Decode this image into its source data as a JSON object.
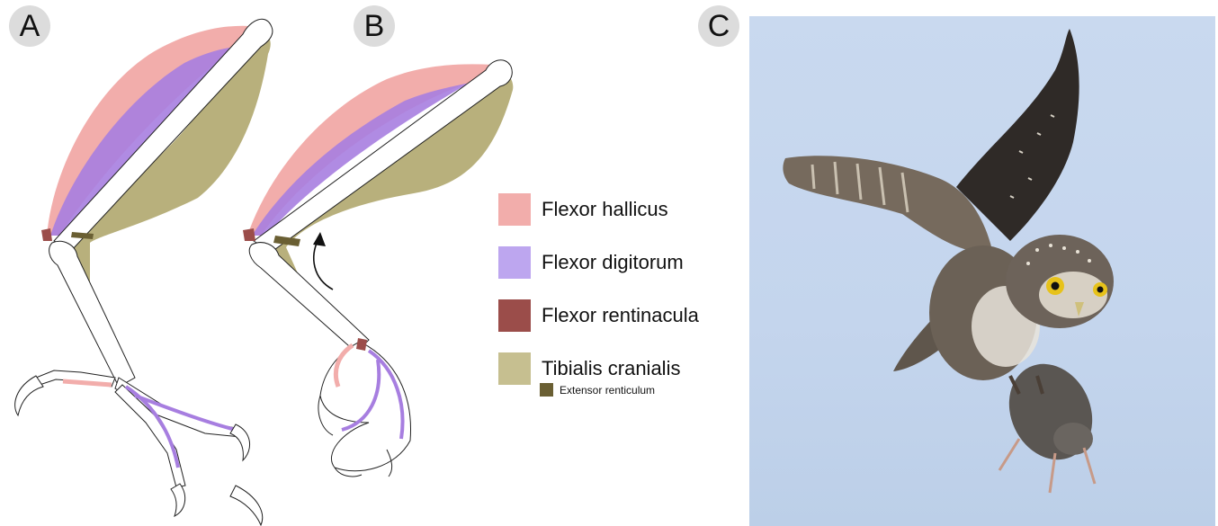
{
  "panels": {
    "a": "A",
    "b": "B",
    "c": "C"
  },
  "legend": {
    "items": [
      {
        "label": "Flexor hallicus",
        "color": "#f2adab"
      },
      {
        "label": "Flexor digitorum",
        "color": "#bda6ef"
      },
      {
        "label": "Flexor rentinacula",
        "color": "#9b4d4a"
      },
      {
        "label": "Tibialis cranialis",
        "color": "#c6bf90"
      }
    ],
    "sub_item": {
      "label": "Extensor renticulum",
      "color": "#6a5f33"
    }
  },
  "colors": {
    "flexor_hallicus_fill": "#f2adab",
    "flexor_digitorum_fill": "#a77ee0",
    "tibialis_fill": "#b8b07c",
    "sky": "#c6d7ee",
    "owl_body": "#6b6156",
    "owl_eye": "#e7c21a"
  },
  "icons": {
    "rotation_arrow": "curved-arrow-icon"
  }
}
